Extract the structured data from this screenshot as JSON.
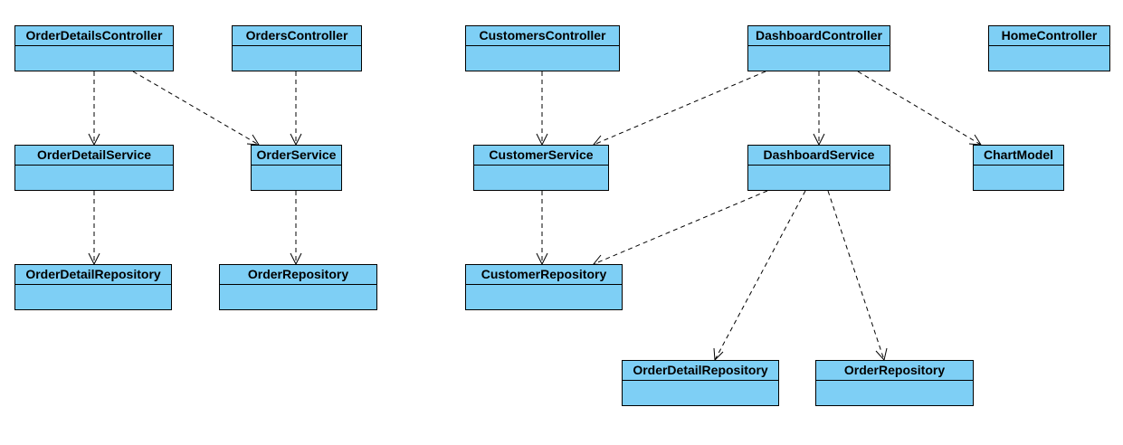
{
  "colors": {
    "class_fill": "#7ecff5",
    "line": "#000000"
  },
  "classes": {
    "orderDetailsController": "OrderDetailsController",
    "ordersController": "OrdersController",
    "customersController": "CustomersController",
    "dashboardController": "DashboardController",
    "homeController": "HomeController",
    "orderDetailService": "OrderDetailService",
    "orderService": "OrderService",
    "customerService": "CustomerService",
    "dashboardService": "DashboardService",
    "chartModel": "ChartModel",
    "orderDetailRepository": "OrderDetailRepository",
    "orderRepository": "OrderRepository",
    "customerRepository": "CustomerRepository",
    "dashOrderDetailRepository": "OrderDetailRepository",
    "dashOrderRepository": "OrderRepository"
  },
  "dependencies": [
    [
      "orderDetailsController",
      "orderDetailService"
    ],
    [
      "orderDetailsController",
      "orderService"
    ],
    [
      "ordersController",
      "orderService"
    ],
    [
      "orderDetailService",
      "orderDetailRepository"
    ],
    [
      "orderService",
      "orderRepository"
    ],
    [
      "customersController",
      "customerService"
    ],
    [
      "customerService",
      "customerRepository"
    ],
    [
      "dashboardController",
      "customerService"
    ],
    [
      "dashboardController",
      "dashboardService"
    ],
    [
      "dashboardController",
      "chartModel"
    ],
    [
      "dashboardService",
      "customerRepository"
    ],
    [
      "dashboardService",
      "dashOrderDetailRepository"
    ],
    [
      "dashboardService",
      "dashOrderRepository"
    ]
  ]
}
